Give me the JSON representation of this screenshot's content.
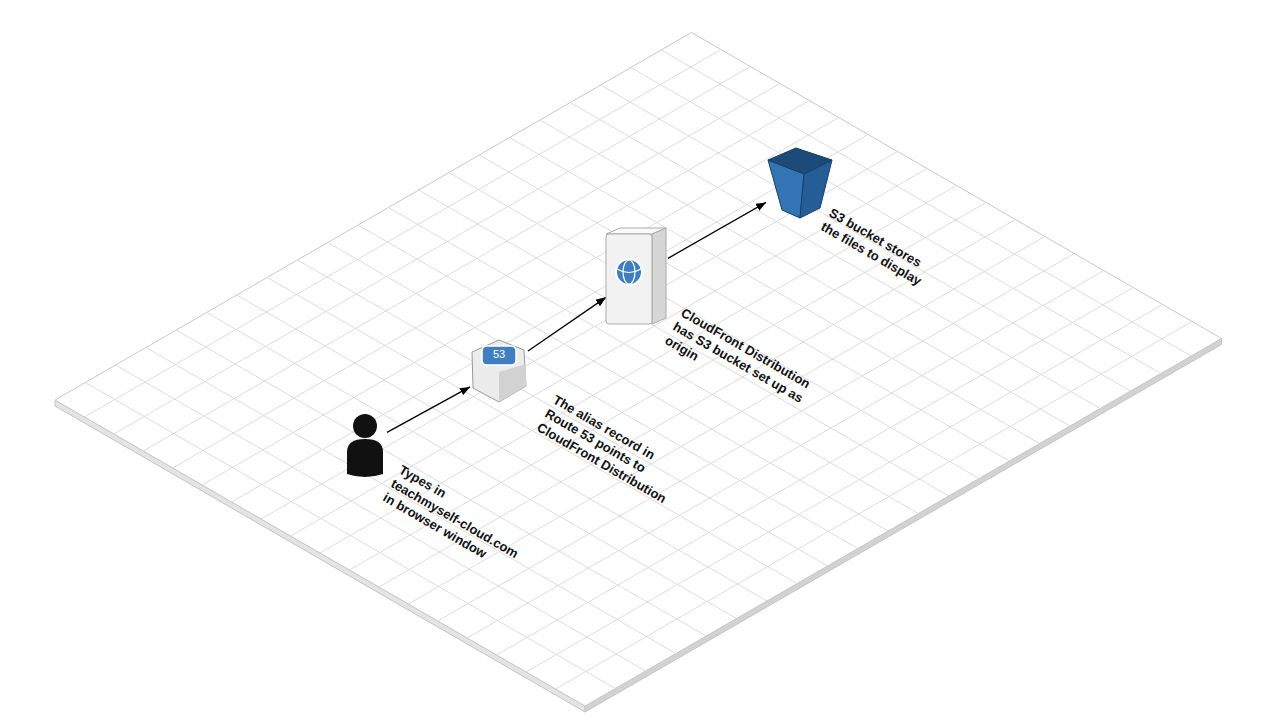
{
  "diagram": {
    "nodes": [
      {
        "text": [
          "Types in teachmyself-cloud.com in browser window"
        ]
      },
      {
        "text": [
          "53",
          "The alias record in Route 53 points to CloudFront Distribution"
        ]
      },
      {
        "text": [
          "CloudFront Distribution has S3 bucket set up as origin"
        ]
      },
      {
        "text": [
          "S3 bucket stores the files to display"
        ]
      }
    ],
    "edges": [
      {
        "from": 0,
        "to": 1,
        "arrow": "to"
      },
      {
        "from": 1,
        "to": 2,
        "arrow": "to"
      },
      {
        "from": 2,
        "to": 3,
        "arrow": "to"
      }
    ]
  }
}
